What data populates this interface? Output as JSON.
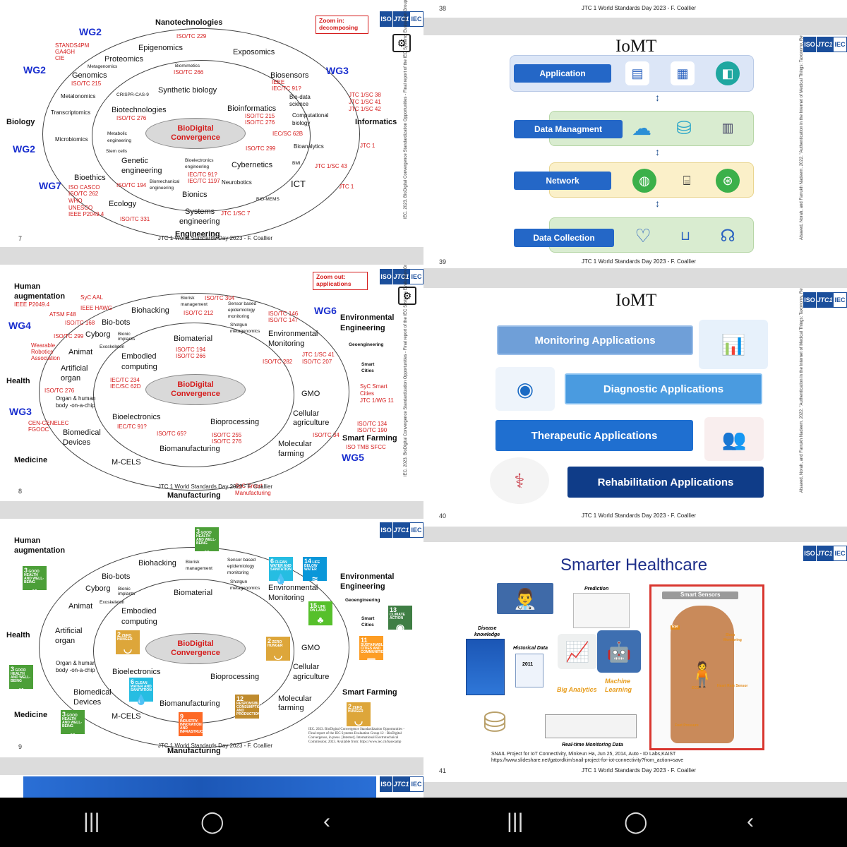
{
  "common": {
    "logo_iso": "ISO",
    "logo_jtc": "JTC1",
    "logo_iec": "IEC",
    "footer": "JTC 1 World Standards Day 2023 - F. Coallier"
  },
  "s7": {
    "num": "7",
    "zoom": [
      "Zoom in:",
      "decomposing"
    ],
    "side_ref": "IEC. 2023. BioDigital Convergence Standardization Opportunities - Final report of the IEC Systems Evaluation Group 12 - BioDigital Convergence, in press. [Internet]. International Electrotechnical Commission; 2023. Available from:",
    "center": [
      "BioDigital",
      "Convergence"
    ],
    "labels": {
      "nano": "Nanotechnologies",
      "iso229": "ISO/TC 229",
      "wg2a": "WG2",
      "stands": "STANDS4PM",
      "ga4gh": "GA4GH",
      "cie": "CIE",
      "epigenomics": "Epigenomics",
      "exposomics": "Exposomics",
      "proteomics": "Proteomics",
      "metagenomics": "Metagenomics",
      "wg2b": "WG2",
      "genomics": "Genomics",
      "iso215": "ISO/TC 215",
      "biomimetics": "Biomimetics",
      "iso266": "ISO/TC 266",
      "biosensors": "Biosensors",
      "ieee": "IEEE",
      "iec91": "IEC/TC 91?",
      "wg3": "WG3",
      "metalonomics": "Metalonomics",
      "crispr": "CRISPR-CAS-9",
      "synbio": "Synthetic biology",
      "biodata": "Bio-data",
      "science": "science",
      "jtc38": "JTC 1/SC 38",
      "jtc41": "JTC 1/SC 41",
      "jtc42": "JTC 1/SC 42",
      "transcriptomics": "Transcriptomics",
      "biotech": "Biotechnologies",
      "iso276": "ISO/TC 276",
      "bioinformatics": "Bioinformatics",
      "iso215b": "ISO/TC 215",
      "iso276b": "ISO/TC 276",
      "compbio": "Computational",
      "biology": "biology",
      "biology_h": "Biology",
      "informatics": "Informatics",
      "iec62b": "IEC/SC 62B",
      "microbiomics": "Microbiomics",
      "metabolic": "Metabolic",
      "engineering_s": "engineering",
      "wg2c": "WG2",
      "stemcells": "Stem cells",
      "iso299": "ISO/TC 299",
      "bioanalytics": "Bioanalytics",
      "jtc1a": "JTC 1",
      "genetic": "Genetic",
      "engineering_g": "engineering",
      "bioelec": "Bioelectronics",
      "engineering_b": "engineering",
      "iec91b": "IEC/TC 91?",
      "iec1197": "IEC/TC 1197",
      "cybernetics": "Cybernetics",
      "bmi": "BMI",
      "jtc43": "JTC 1/SC 43",
      "bioethics": "Bioethics",
      "wg7": "WG7",
      "isocasco": "ISO CASCO",
      "iso262": "ISO/TC 262",
      "iso194": "ISO/TC 194",
      "biomed": "Biomechanical",
      "engineering_bm": "engineering",
      "neurobotics": "Neurobotics",
      "ict": "ICT",
      "jtc1b": "JTC 1",
      "who": "WHO",
      "unesco": "UNESCO",
      "ieee2049": "IEEE P2049.4",
      "ecology": "Ecology",
      "bionics": "Bionics",
      "biomems": "BIO-MEMS",
      "iso331": "ISO/TC 331",
      "systems": "Systems",
      "engineering_sys": "engineering",
      "jtc7": "JTC 1/SC 7",
      "engineering_h": "Engineering"
    }
  },
  "s8": {
    "num": "8",
    "zoom": [
      "Zoom out:",
      "applications"
    ],
    "side_ref": "IEC. 2023. BioDigital Convergence Standardization Opportunities - Final report of the IEC Systems Evaluation Group 12 - BioDigital Convergence, in press. [Internet]. International Electrotechnical Commission; 2023. Available from:",
    "center": [
      "BioDigital",
      "Convergence"
    ],
    "labels": {
      "human": "Human",
      "augmentation": "augmentation",
      "ieee2049": "IEEE P2049.4",
      "sycaal": "SyC AAL",
      "ieeehawg": "IEEE HAWG",
      "biorisk": "Biorisk",
      "management": "management",
      "iso304": "ISO/TC 304",
      "iso212": "ISO/TC 212",
      "sensor": "Sensor based",
      "epidem": "epidemiology",
      "monitoring_s": "monitoring",
      "shotgun": "Shotgun",
      "metagenomics": "metagenomics",
      "iso146": "ISO/TC 146",
      "iso147": "ISO/TC 147",
      "wg6": "WG6",
      "env": "Environmental",
      "engineering_e": "Engineering",
      "wg4": "WG4",
      "atsm": "ATSM F48",
      "biohacking": "Biohacking",
      "iso168": "ISO/TC 168",
      "biobots": "Bio-bots",
      "envmon": "Environmental",
      "monitoring": "Monitoring",
      "geoeng": "Geoengineering",
      "iso299": "ISO/TC 299",
      "cyborg": "Cyborg",
      "bionic": "Bionic",
      "implants": "implants",
      "biomaterial": "Biomaterial",
      "wearable": "Wearable",
      "robotics": "Robotics",
      "association": "Association",
      "animat": "Animat",
      "exoskeleton": "Exoskeleton",
      "iso194": "ISO/TC 194",
      "iso266": "ISO/TC 266",
      "jtc41": "JTC 1/SC 41",
      "iso207": "ISO/TC 207",
      "iso282": "ISO/TC 282",
      "smart": "Smart",
      "cities": "Cities",
      "embodied": "Embodied",
      "computing": "computing",
      "artificial": "Artificial",
      "organ": "organ",
      "health": "Health",
      "iec234": "IEC/TC 234",
      "iec62d": "IEC/SC 62D",
      "gmo": "GMO",
      "sycsmart": "SyC Smart",
      "cities2": "Cities",
      "jtcwg11": "JTC 1/WG 11",
      "iso276": "ISO/TC 276",
      "organ_chip": "Organ & human",
      "body_chip": "body -on-a-chip",
      "wg3": "WG3",
      "cen": "CEN-CENELEC",
      "fgooc": "FGOOC",
      "bioelectronics": "Bioelectronics",
      "bioprocessing": "Bioprocessing",
      "cellular": "Cellular",
      "agriculture": "agriculture",
      "iso134": "ISO/TC 134",
      "iso190": "ISO/TC 190",
      "iec91": "IEC/TC 91?",
      "biomedical": "Biomedical",
      "devices": "Devices",
      "iso65": "ISO/TC 65?",
      "iso255": "ISO/TC 255",
      "iso276b": "ISO/TC 276",
      "iso34": "ISO/TC 34",
      "smartfarming": "Smart Farming",
      "isotmb": "ISO TMB SFCC",
      "molecular": "Molecular",
      "farming": "farming",
      "biomanuf": "Biomanufacturing",
      "medicine": "Medicine",
      "mcels": "M-CELS",
      "wg5": "WG5",
      "manufacturing": "Manufacturing",
      "sycsmart2": "SyC Smart",
      "manufacturing2": "Manufacturing"
    }
  },
  "s9": {
    "num": "9",
    "center": [
      "BioDigital",
      "Convergence"
    ],
    "ref": "IEC. 2023. BioDigital Convergence Standardization Opportunities - Final report of the IEC Systems Evaluation Group 12 - BioDigital Convergence, in press. [Internet]. International Electrotechnical Commission; 2023. Available from: https://www.iec.ch/basecamp",
    "labels": {
      "human": "Human",
      "augmentation": "augmentation",
      "biorisk": "Biorisk",
      "management": "management",
      "sensor": "Sensor based",
      "epidem": "epidemiology",
      "monitoring_s": "monitoring",
      "shotgun": "Shotgun",
      "metagenomics": "metagenomics",
      "env": "Environmental",
      "engineering_e": "Engineering",
      "biohacking": "Biohacking",
      "biobots": "Bio-bots",
      "cyborg": "Cyborg",
      "bionic": "Bionic",
      "implants": "implants",
      "biomaterial": "Biomaterial",
      "envmon": "Environmental",
      "monitoring": "Monitoring",
      "geoeng": "Geoengineering",
      "exoskeleton": "Exoskeleton",
      "animat": "Animat",
      "embodied": "Embodied",
      "computing": "computing",
      "smart": "Smart",
      "cities": "Cities",
      "artificial": "Artificial",
      "organ": "organ",
      "health": "Health",
      "gmo": "GMO",
      "cellular": "Cellular",
      "agriculture": "agriculture",
      "organ_chip": "Organ & human",
      "body_chip": "body -on-a-chip",
      "bioelectronics": "Bioelectronics",
      "bioprocessing": "Bioprocessing",
      "smartfarming": "Smart Farming",
      "biomedical": "Biomedical",
      "devices": "Devices",
      "molecular": "Molecular",
      "farming": "farming",
      "biomanuf": "Biomanufacturing",
      "medicine": "Medicine",
      "mcels": "M-CELS",
      "manufacturing": "Manufacturing"
    },
    "sdg": [
      {
        "n": "3",
        "t": "GOOD HEALTH AND WELL-BEING",
        "color": "#4c9f38",
        "g": "~♥~"
      },
      {
        "n": "6",
        "t": "CLEAN WATER AND SANITATION",
        "color": "#26bde2",
        "g": "💧"
      },
      {
        "n": "14",
        "t": "LIFE BELOW WATER",
        "color": "#0a97d9",
        "g": "≈"
      },
      {
        "n": "15",
        "t": "LIFE ON LAND",
        "color": "#56c02b",
        "g": "♣"
      },
      {
        "n": "13",
        "t": "CLIMATE ACTION",
        "color": "#3f7e44",
        "g": "◉"
      },
      {
        "n": "11",
        "t": "SUSTAINABLE CITIES AND COMMUNITIES",
        "color": "#fd9d24",
        "g": "▥"
      },
      {
        "n": "2",
        "t": "ZERO HUNGER",
        "color": "#dda63a",
        "g": "◡"
      },
      {
        "n": "12",
        "t": "RESPONSIBLE CONSUMPTION AND PRODUCTION",
        "color": "#bf8b2e",
        "g": "∞"
      },
      {
        "n": "9",
        "t": "INDUSTRY, INNOVATION AND INFRASTRUCTURE",
        "color": "#fd6925",
        "g": "❖"
      }
    ]
  },
  "s38": {
    "num": "38",
    "footer": "JTC 1 World Standards Day 2023 - F. Coallier"
  },
  "s39": {
    "num": "39",
    "title": "IoMT",
    "layers": [
      "Application",
      "Data Managment",
      "Network",
      "Data Collection"
    ],
    "side_ref": "Alsaeed, Norah, and Farrukh Nadeem. 2022. \"Authentication in the Internet of Medical Things: Taxonomy, Review, and Open Issues\" Applied Sciences 12, no. 15: 7487. https://doi.org/10.3390/app12157487"
  },
  "s40": {
    "num": "40",
    "title": "IoMT",
    "apps": [
      "Monitoring Applications",
      "Diagnostic Applications",
      "Therapeutic Applications",
      "Rehabilitation Applications"
    ],
    "side_ref": "Alsaeed, Norah, and Farrukh Nadeem. 2022. \"Authentication in the Internet of Medical Things: Taxonomy, Review, and Open Issues\" Applied Sciences 12, no. 15: 7487. https://doi.org/10.3390/app12157487"
  },
  "s41": {
    "num": "41",
    "title": "Smarter Healthcare",
    "labels": {
      "prediction": "Prediction",
      "disease": "Disease",
      "knowledge": "knowledge",
      "historical": "Historical Data",
      "year": "2011",
      "biganalytics": "Big Analytics",
      "machine": "Machine",
      "learning": "Learning",
      "realtime": "Real-time Monitoring Data",
      "smartsensors": "Smart Sensors",
      "eye": "Eye",
      "monitoring": "Monitoring",
      "sleep": "Sleep",
      "heart": "Heart Rate Sensor",
      "foot": "Foot Pressure",
      "ecg": "ECG"
    },
    "ref1": "SNAIL Project for IoT Connectivity, Minkeun Ha, Jun 25, 2014, Auto - ID Labs,KAIST",
    "ref2": "https://www.slideshare.net/gatordkim/snail-project-for-iot-connectivity?from_action=save"
  },
  "nav": {
    "recent": "|||",
    "home": "◯",
    "back": "‹"
  }
}
